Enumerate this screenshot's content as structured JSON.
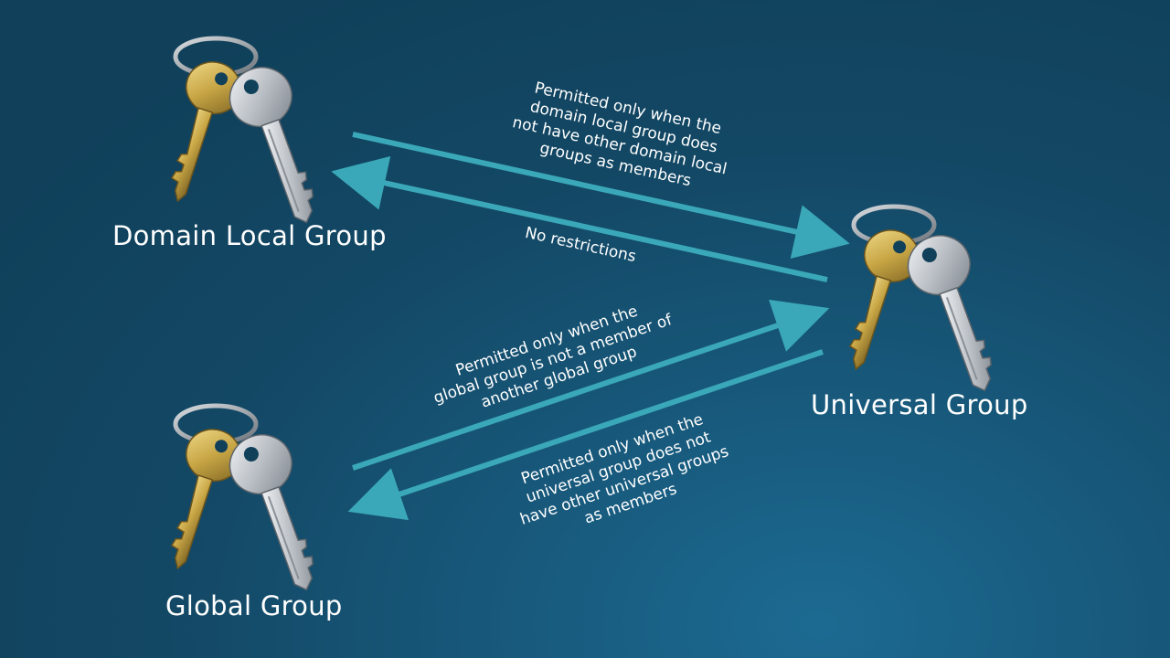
{
  "colors": {
    "background": "#134865",
    "arrow": "#3aa8b8",
    "text": "#ffffff",
    "silver_key": "#c9cdd1",
    "gold_key": "#c8a645"
  },
  "nodes": {
    "domain_local": {
      "label": "Domain Local Group",
      "icon": "keys-icon"
    },
    "universal": {
      "label": "Universal Group",
      "icon": "keys-icon"
    },
    "global": {
      "label": "Global Group",
      "icon": "keys-icon"
    }
  },
  "edges": {
    "dl_to_universal": {
      "from": "Domain Local Group",
      "to": "Universal Group",
      "lines": [
        "Permitted only when the",
        "domain local group does",
        "not have other domain local",
        "groups as members"
      ]
    },
    "universal_to_dl": {
      "from": "Universal Group",
      "to": "Domain Local Group",
      "lines": [
        "No restrictions"
      ]
    },
    "global_to_universal": {
      "from": "Global Group",
      "to": "Universal Group",
      "lines": [
        "Permitted only when the",
        "global group is not a member of",
        "another global group"
      ]
    },
    "universal_to_global": {
      "from": "Universal Group",
      "to": "Global Group",
      "lines": [
        "Permitted only when the",
        "universal group does not",
        "have other universal groups",
        "as members"
      ]
    }
  }
}
